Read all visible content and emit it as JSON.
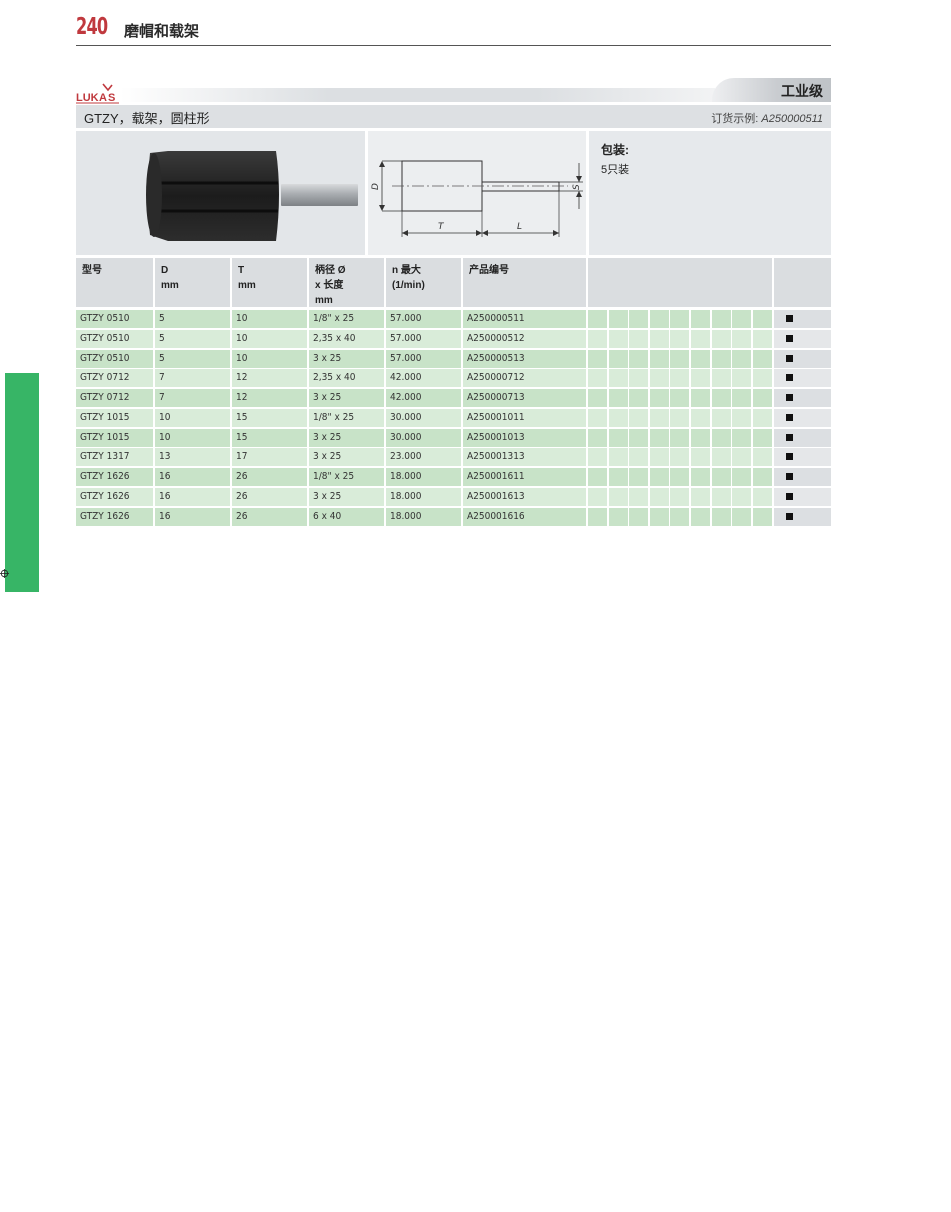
{
  "header": {
    "page_number": "240",
    "section_title": "磨帽和载架"
  },
  "brand": {
    "logo_text": "LUKAS"
  },
  "grade": "工业级",
  "product": {
    "name": "GTZY，载架，圆柱形",
    "order_example_label": "订货示例:",
    "order_example_code": "A250000511"
  },
  "drawing": {
    "label_D": "D",
    "label_S": "S",
    "label_T": "T",
    "label_L": "L"
  },
  "packaging": {
    "label": "包装:",
    "value": "5只装"
  },
  "table": {
    "headers": {
      "model": [
        "型号"
      ],
      "D": [
        "D",
        "mm"
      ],
      "T": [
        "T",
        "mm"
      ],
      "shank": [
        "柄径  Ø",
        "x 长度",
        "mm"
      ],
      "n": [
        "n 最大",
        "(1/min)"
      ],
      "product_no": [
        "产品编号"
      ]
    },
    "rows": [
      {
        "model": "GTZY 0510",
        "D": "5",
        "T": "10",
        "shank": "1/8\" x 25",
        "n": "57.000",
        "product_no": "A250000511"
      },
      {
        "model": "GTZY 0510",
        "D": "5",
        "T": "10",
        "shank": "2,35 x 40",
        "n": "57.000",
        "product_no": "A250000512"
      },
      {
        "model": "GTZY 0510",
        "D": "5",
        "T": "10",
        "shank": "3 x 25",
        "n": "57.000",
        "product_no": "A250000513"
      },
      {
        "model": "GTZY 0712",
        "D": "7",
        "T": "12",
        "shank": "2,35 x 40",
        "n": "42.000",
        "product_no": "A250000712"
      },
      {
        "model": "GTZY 0712",
        "D": "7",
        "T": "12",
        "shank": "3 x 25",
        "n": "42.000",
        "product_no": "A250000713"
      },
      {
        "model": "GTZY 1015",
        "D": "10",
        "T": "15",
        "shank": "1/8\" x 25",
        "n": "30.000",
        "product_no": "A250001011"
      },
      {
        "model": "GTZY 1015",
        "D": "10",
        "T": "15",
        "shank": "3 x 25",
        "n": "30.000",
        "product_no": "A250001013"
      },
      {
        "model": "GTZY 1317",
        "D": "13",
        "T": "17",
        "shank": "3 x 25",
        "n": "23.000",
        "product_no": "A250001313"
      },
      {
        "model": "GTZY 1626",
        "D": "16",
        "T": "26",
        "shank": "1/8\" x 25",
        "n": "18.000",
        "product_no": "A250001611"
      },
      {
        "model": "GTZY 1626",
        "D": "16",
        "T": "26",
        "shank": "3 x 25",
        "n": "18.000",
        "product_no": "A250001613"
      },
      {
        "model": "GTZY 1626",
        "D": "16",
        "T": "26",
        "shank": "6 x 40",
        "n": "18.000",
        "product_no": "A250001616"
      }
    ]
  },
  "colors": {
    "accent_red": "#c0393e",
    "side_tab_green": "#37b566",
    "row_green": "#c8e3c8"
  }
}
